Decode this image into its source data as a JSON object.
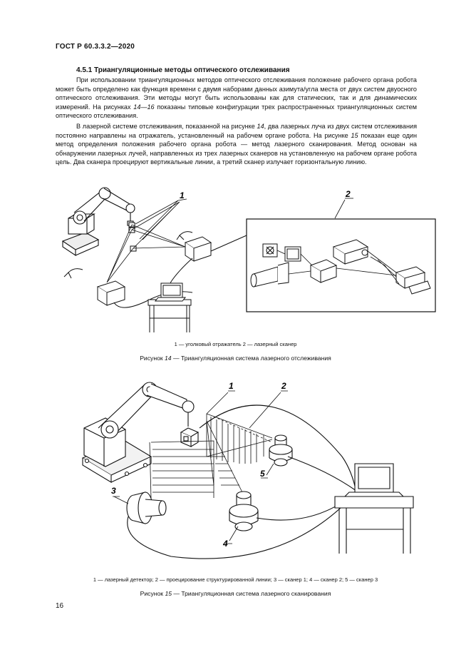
{
  "header": {
    "doc_code": "ГОСТ Р 60.3.3.2—2020"
  },
  "section": {
    "title": "4.5.1 Триангуляционные методы оптического отслеживания"
  },
  "paragraphs": {
    "p1": {
      "a": "При использовании триангуляционных методов оптического отслеживания положение рабочего органа робота может быть определено как функция времени с двумя наборами данных азимута/угла места от двух систем двуосного оптического отслеживания. Эти методы могут быть использованы как для статических, так и для динамических измерений. На рисунках ",
      "ref": "14—16",
      "b": " показаны типовые конфигурации трех распространенных триангуляционных систем оптического отслеживания."
    },
    "p2": {
      "a": "В лазерной системе отслеживания, показанной на рисунке ",
      "ref1": "14",
      "b": ", два лазерных луча из двух систем отслеживания постоянно направлены на отражатель, установленный на рабочем органе робота. На рисунке ",
      "ref2": "15",
      "c": " показан еще один метод определения положения рабочего органа робота — метод лазерного сканирования. Метод основан на обнаружении лазерных лучей, направленных из трех лазерных сканеров на установленную на рабочем органе робота цель. Два сканера проецируют вертикальные линии, а третий сканер излучает горизонтальную линию."
    }
  },
  "figure14": {
    "callouts": [
      "1",
      "2"
    ],
    "legend": "1 — уголковый отражатель  2 — лазерный сканер",
    "caption_prefix": "Рисунок ",
    "caption_num": "14",
    "caption_text": " — Триангуляционная система лазерного отслеживания"
  },
  "figure15": {
    "callouts": [
      "1",
      "2",
      "3",
      "4",
      "5"
    ],
    "legend": "1 — лазерный детектор; 2 — проецирование структурированной линии; 3 — сканер 1; 4 — сканер 2; 5 — сканер 3",
    "caption_prefix": "Рисунок ",
    "caption_num": "15",
    "caption_text": " — Триангуляционная система лазерного сканирования"
  },
  "page_number": "16"
}
